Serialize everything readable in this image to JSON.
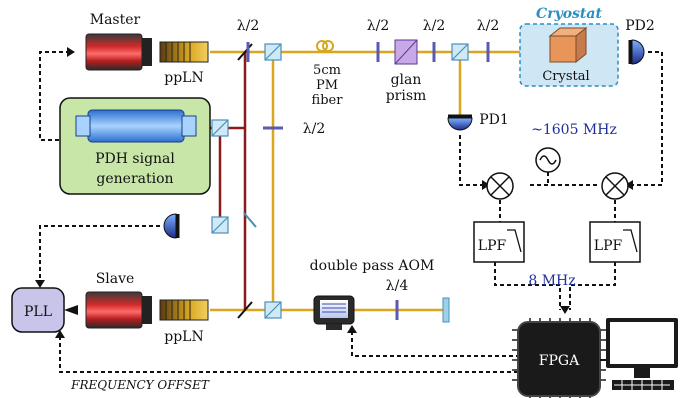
{
  "labels": {
    "master": "Master",
    "slave": "Slave",
    "ppln_top": "ppLN",
    "ppln_bottom": "ppLN",
    "lambda2": "λ/2",
    "lambda4": "λ/4",
    "fiber_1": "5cm",
    "fiber_2": "PM",
    "fiber_3": "fiber",
    "glan_1": "glan",
    "glan_2": "prism",
    "cryostat": "Cryostat",
    "crystal": "Crystal",
    "pd1": "PD1",
    "pd2": "PD2",
    "pdh_1": "PDH signal",
    "pdh_2": "generation",
    "freq": "~1605 MHz",
    "lpf": "LPF",
    "mhz8": "8 MHz",
    "fpga": "FPGA",
    "pll": "PLL",
    "aom": "double pass AOM",
    "freq_offset": "FREQUENCY OFFSET"
  },
  "colors": {
    "beam_yellow": "#d9a620",
    "beam_red": "#8b1a1a",
    "pdh_fill": "#c8e6a8",
    "cryostat_fill": "#cfe6f5",
    "pll_fill": "#c9c4ea"
  }
}
